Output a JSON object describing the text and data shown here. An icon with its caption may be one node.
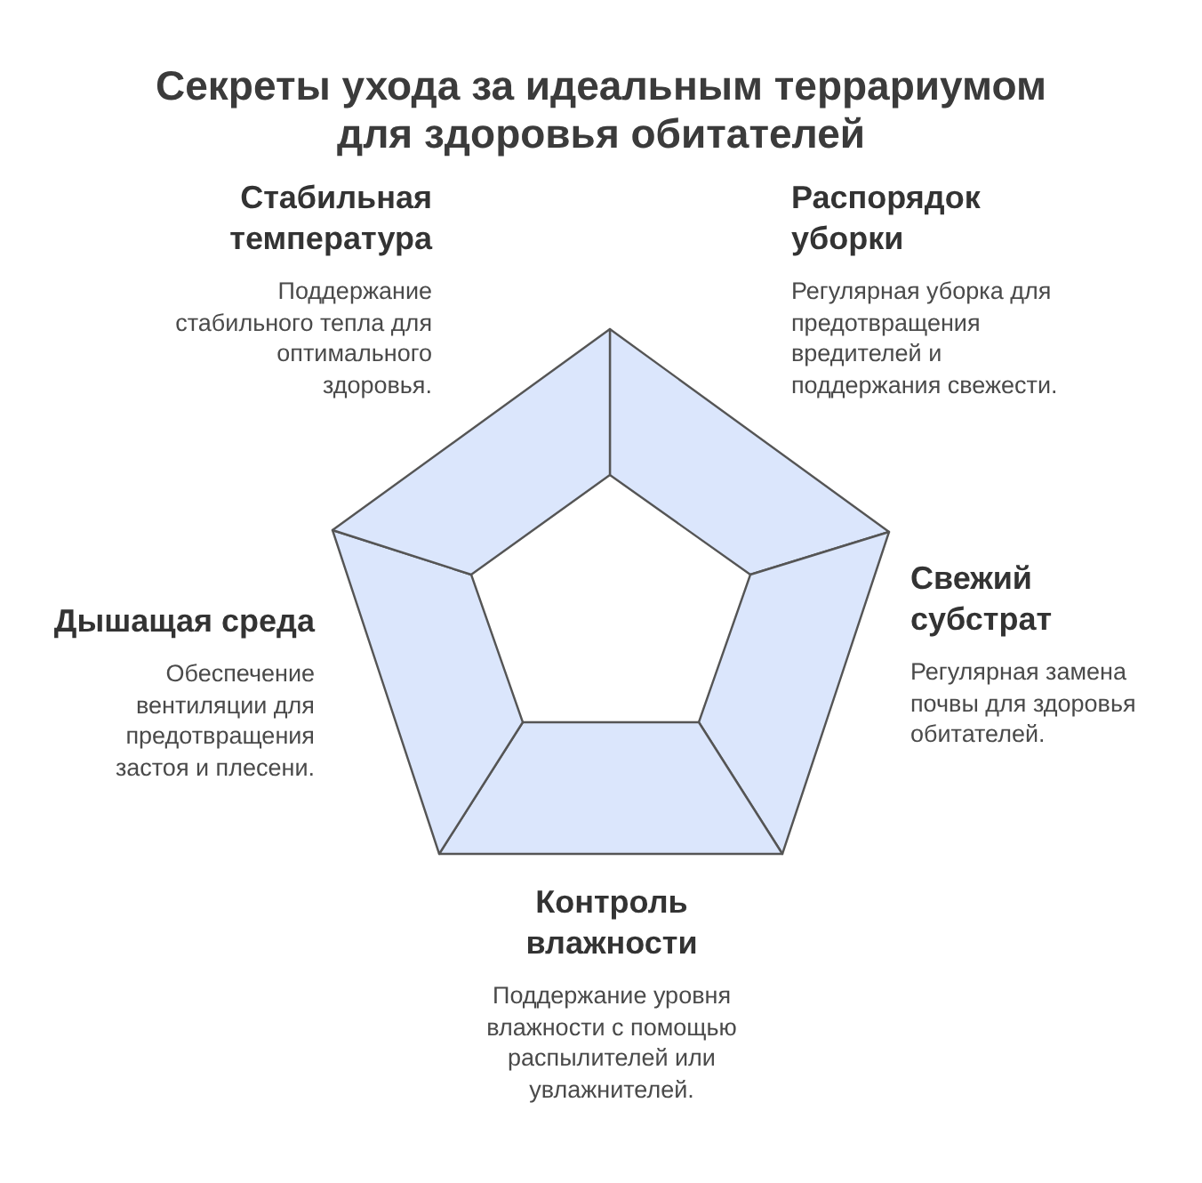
{
  "diagram": {
    "title": "Секреты ухода за идеальным террариумом для здоровья обитателей",
    "nodes": [
      {
        "text": [
          "Стабильная температура",
          "Поддержание стабильного тепла для оптимального здоровья."
        ]
      },
      {
        "text": [
          "Распорядок уборки",
          "Регулярная уборка для предотвращения вредителей и поддержания свежести."
        ]
      },
      {
        "text": [
          "Дышащая среда",
          "Обеспечение вентиляции для предотвращения застоя и плесени."
        ]
      },
      {
        "text": [
          "Свежий субстрат",
          "Регулярная замена почвы для здоровья обитателей."
        ]
      },
      {
        "text": [
          "Контроль влажности",
          "Поддержание уровня влажности с помощью распылителей или увлажнителей."
        ]
      }
    ]
  }
}
